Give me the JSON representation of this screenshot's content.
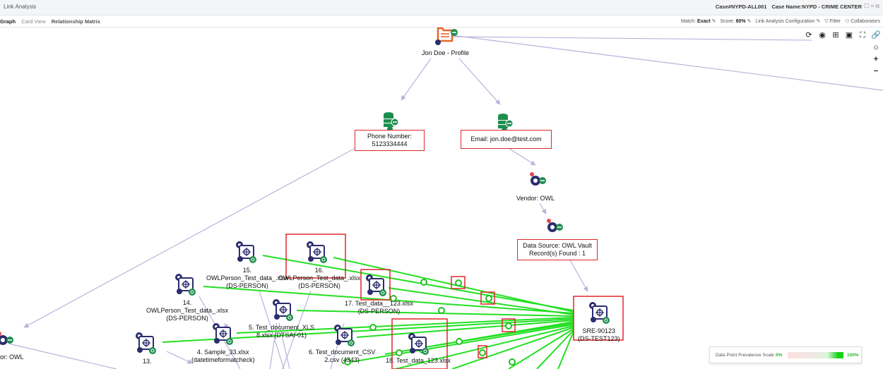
{
  "app": {
    "title": "Link Analysis",
    "case_number": "Case#NYPD-ALL001",
    "case_name": "Case Name:NYPD - CRIME CENTER"
  },
  "top_icons": [
    "external-link-icon",
    "list-icon",
    "window-restore-icon"
  ],
  "tabs": [
    {
      "label": "Graph",
      "active": true
    },
    {
      "label": "Card View",
      "active": false
    },
    {
      "label": "Relationship Matrix",
      "active": false
    }
  ],
  "options": {
    "match_label": "Match:",
    "match_value": "Exact",
    "score_label": "Score:",
    "score_value": "80%",
    "config_label": "Link Analysis Configuration",
    "filter_label": "Filter",
    "collaborators_label": "Collaborators"
  },
  "toolbar": {
    "icons": [
      "refresh-icon",
      "eye-icon",
      "hierarchy-icon",
      "save-icon",
      "fullscreen-icon",
      "link-icon"
    ],
    "glyphs": [
      "⟳",
      "◉",
      "⊞",
      "▣",
      "⛶",
      "🔗"
    ]
  },
  "zoom": {
    "reset": "⊙",
    "zoom_in": "+",
    "zoom_out": "−"
  },
  "nodes": {
    "profile": "Jon Doe - Profile",
    "phone_line1": "Phone Number:",
    "phone_line2": "5123334444",
    "email": "Email: jon.doe@test.com",
    "vendor": "Vendor: OWL",
    "vendor_left": "or: OWL",
    "ds_line1": "Data Source: OWL Vault",
    "ds_line2": "Record(s) Found : 1",
    "sre_line1": "SRE-90123",
    "sre_line2": "(DS-TEST123)",
    "n15_line1": "15.",
    "n15_line2": "OWLPerson_Test_data_.xlsx",
    "n15_line3": "(DS-PERSON)",
    "n16_line1": "16.",
    "n16_line2": "OWLPerson_Test_data_.xlsx",
    "n16_line3": "(DS-PERSON)",
    "n14_line1": "14.",
    "n14_line2": "OWLPerson_Test_data_.xlsx",
    "n14_line3": "(DS-PERSON)",
    "n17_line1": "17.  Test_data__123.xlsx",
    "n17_line2": "(DS-PERSON)",
    "n5_line1": "5.  Test_document_XLS",
    "n5_line2": "8.xlsx (DTSAI-01)",
    "n4_line1": "4.  Sample_33.xlsx",
    "n4_line2": "(datetimeformatcheck)",
    "n6_line1": "6.  Test_document_CSV",
    "n6_line2": "2.csv (4343)",
    "n18_line1": "18.  Test_data_123.xlsx",
    "n13_line1": "13."
  },
  "legend": {
    "title": "Data Point Prevalence Scale",
    "min": "0%",
    "max": "100%"
  },
  "colors": {
    "edge_green": "#22e022",
    "edge_purple": "#b7b3dc",
    "highlight_red": "#e0262b",
    "node_navy": "#2b2d6e",
    "node_green": "#1e8e4e",
    "folder_orange": "#e8642c"
  }
}
